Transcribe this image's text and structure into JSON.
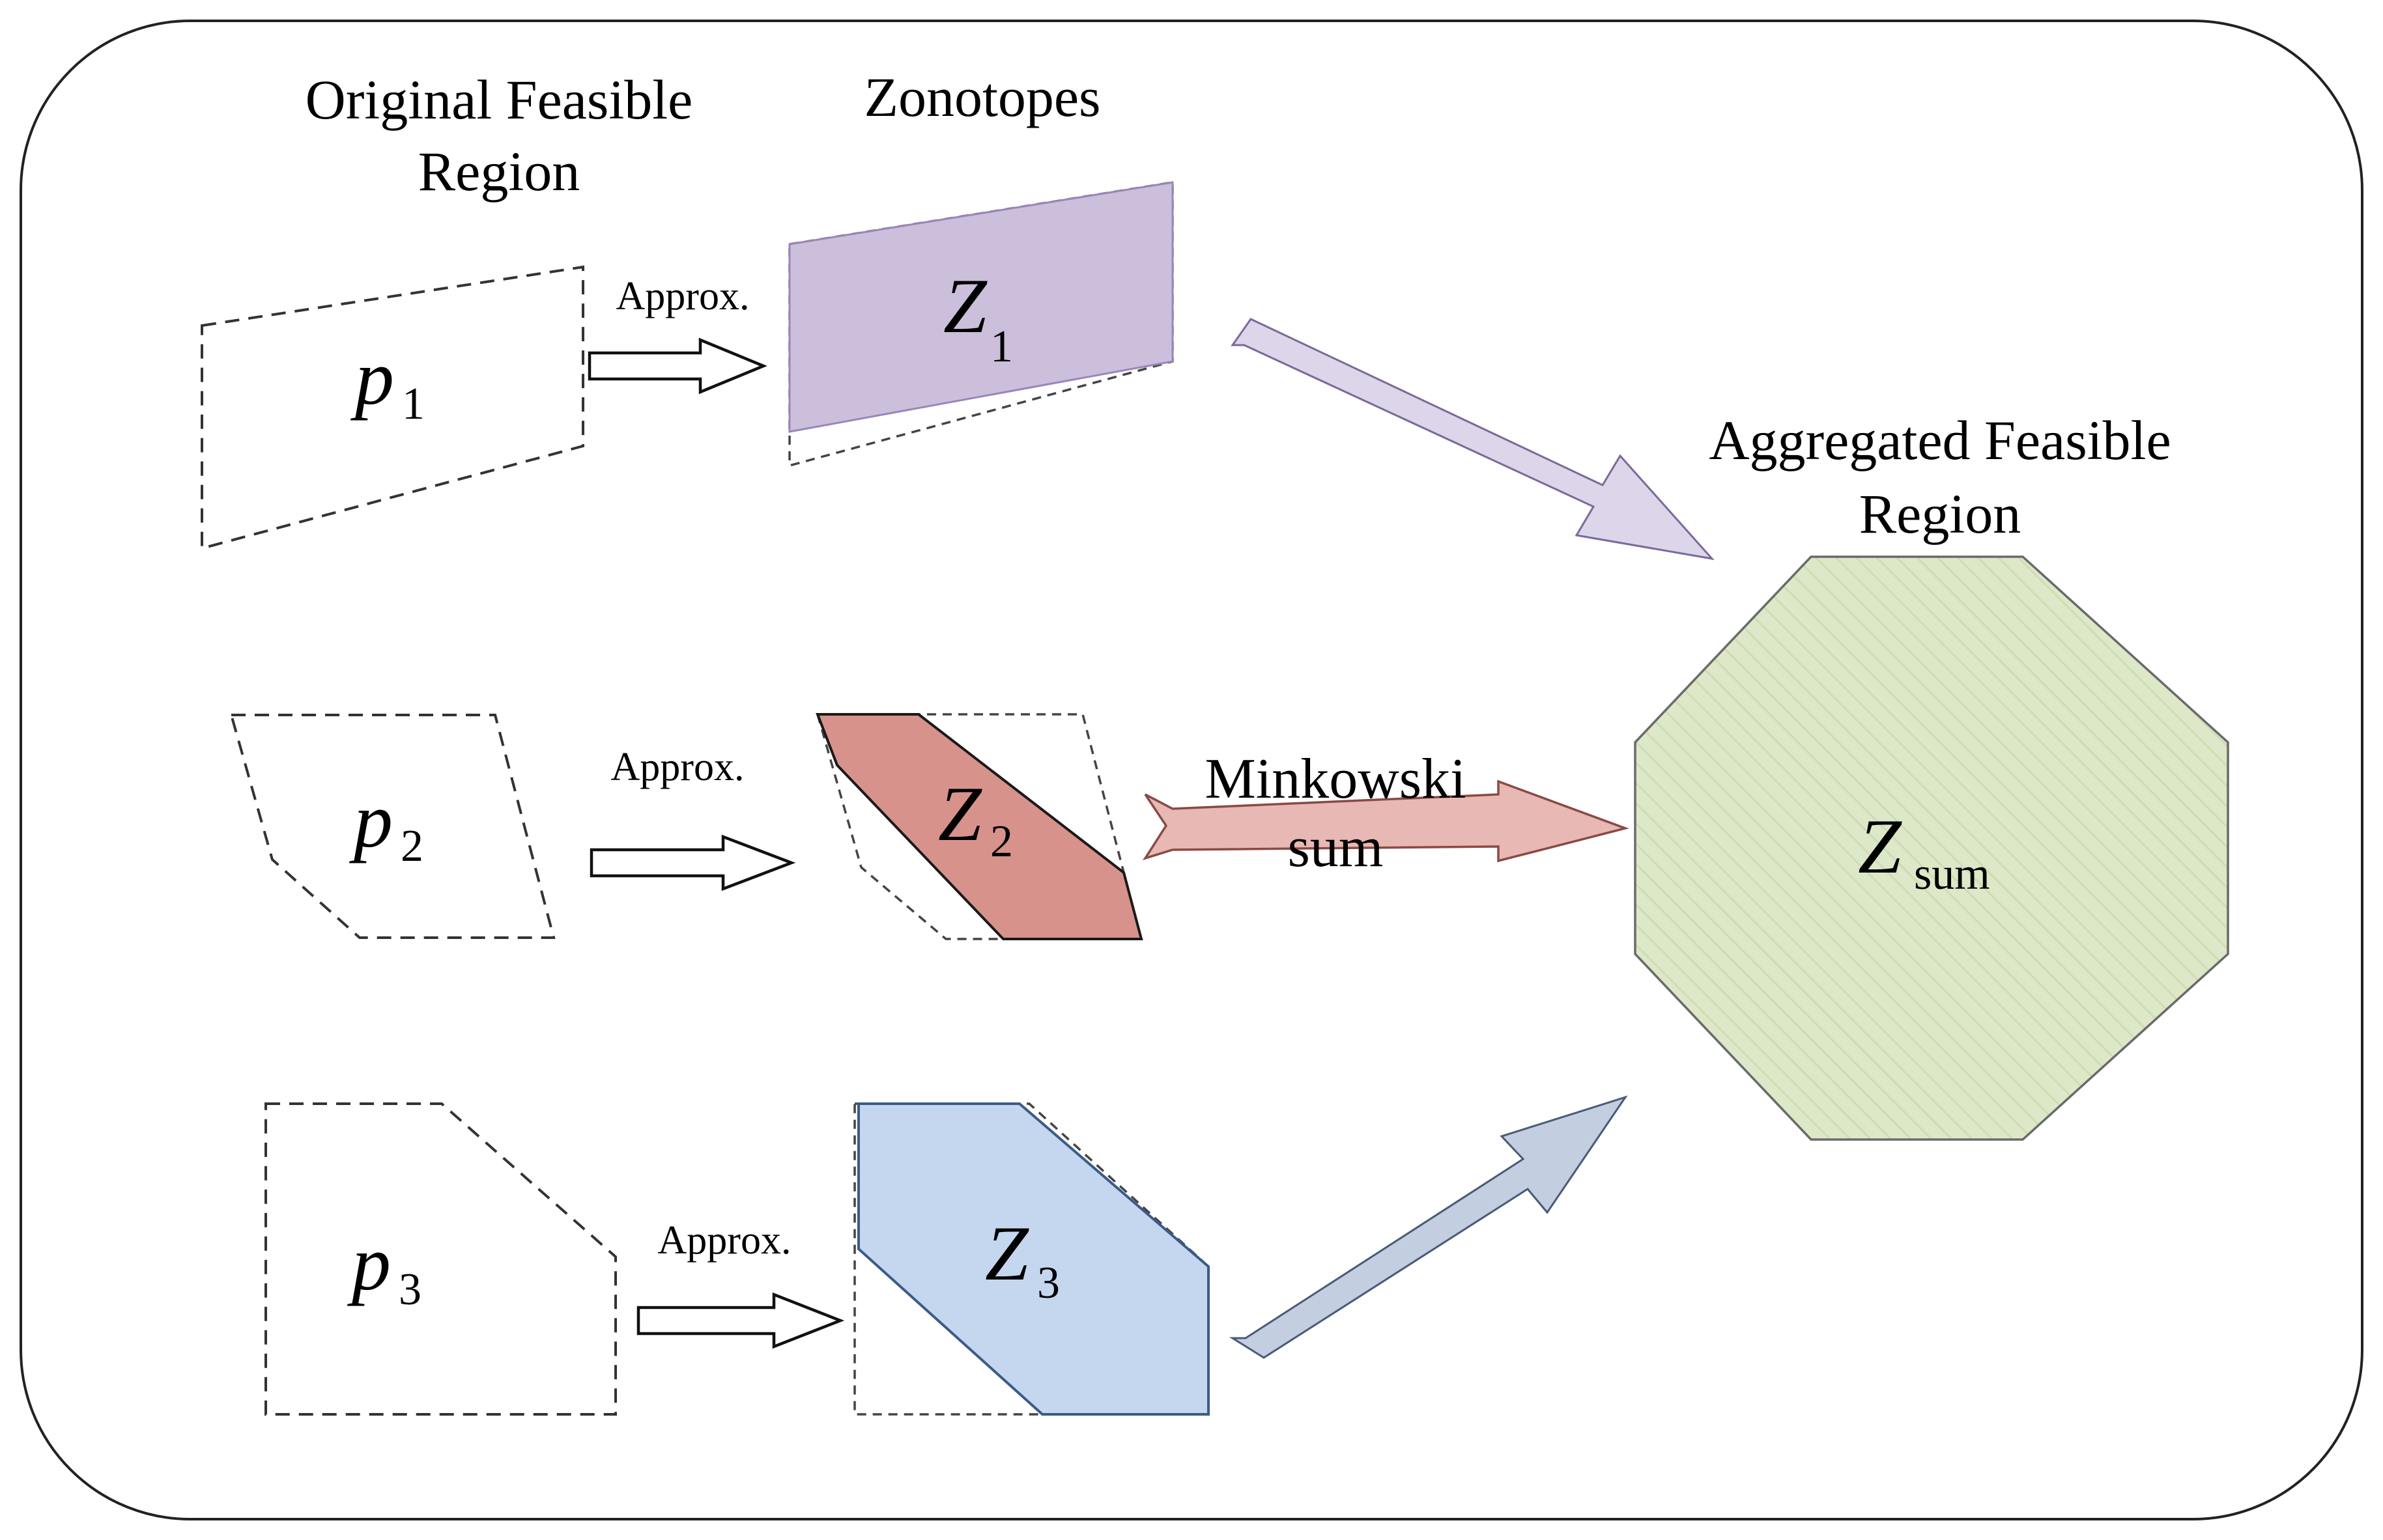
{
  "headings": {
    "original_line1": "Original Feasible",
    "original_line2": "Region",
    "zonotopes": "Zonotopes",
    "aggregated_line1": "Aggregated Feasible",
    "aggregated_line2": "Region"
  },
  "approx_label": "Approx.",
  "minkowski": {
    "line1": "Minkowski",
    "line2": "sum"
  },
  "polytopes": [
    {
      "symbol": "p",
      "index": "1"
    },
    {
      "symbol": "p",
      "index": "2"
    },
    {
      "symbol": "p",
      "index": "3"
    }
  ],
  "zonotopes": [
    {
      "symbol": "Z",
      "index": "1",
      "fill": "#cbbfdb",
      "stroke": "#9a86b8"
    },
    {
      "symbol": "Z",
      "index": "2",
      "fill": "#d8928c",
      "stroke": "#1a1a1a"
    },
    {
      "symbol": "Z",
      "index": "3",
      "fill": "#c5d7ef",
      "stroke": "#3c5a88"
    }
  ],
  "aggregate": {
    "symbol": "Z",
    "index": "sum",
    "fill": "#dde8c8",
    "stroke": "#6a6a6a"
  },
  "colors": {
    "arrow1": "#ddd6ea",
    "arrow2": "#e8b8b4",
    "arrow3": "#c3cfe0",
    "frame": "#222222"
  }
}
